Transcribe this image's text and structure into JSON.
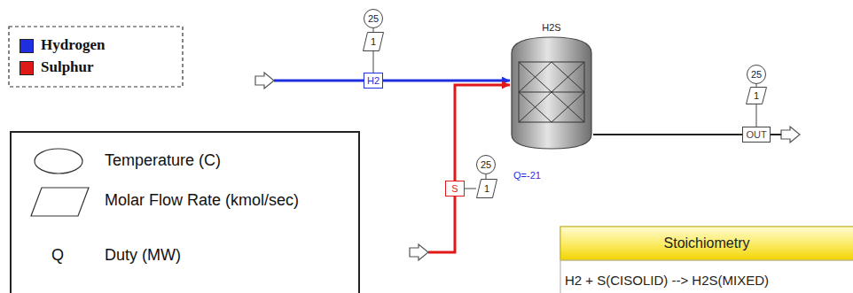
{
  "diagram": {
    "nodes": [
      {
        "text": [
          "25"
        ]
      },
      {
        "text": [
          "1"
        ]
      },
      {
        "text": [
          "H2"
        ]
      },
      {
        "text": [
          "H2S"
        ]
      },
      {
        "text": [
          "25"
        ]
      },
      {
        "text": [
          "1"
        ]
      },
      {
        "text": [
          "OUT"
        ]
      },
      {
        "text": [
          "25"
        ]
      },
      {
        "text": [
          "S"
        ]
      },
      {
        "text": [
          "1"
        ]
      }
    ],
    "edges": [
      {
        "from": 0,
        "to": 1,
        "arrow": "none"
      },
      {
        "from": 1,
        "to": 2,
        "arrow": "none"
      },
      {
        "from": 2,
        "to": 3,
        "arrow": "to"
      },
      {
        "from": 3,
        "to": 6,
        "arrow": "none"
      },
      {
        "from": 4,
        "to": 5,
        "arrow": "none"
      },
      {
        "from": 5,
        "to": 6,
        "arrow": "none"
      },
      {
        "from": 7,
        "to": 9,
        "arrow": "none"
      },
      {
        "from": 9,
        "to": 8,
        "arrow": "none"
      },
      {
        "from": 8,
        "to": 3,
        "arrow": "to"
      }
    ],
    "labels": [
      "Q=-21",
      "Q",
      "Stoichiometry",
      "H2 + S(CISOLID) --> H2S(MIXED)"
    ],
    "legend": [
      {
        "text": "Hydrogen",
        "color": "#1f2fe0"
      },
      {
        "text": "Sulphur",
        "color": "#e01818"
      },
      {
        "text": "Temperature (C)"
      },
      {
        "text": "Molar Flow Rate (kmol/sec)"
      },
      {
        "text": "Duty (MW)"
      }
    ]
  }
}
